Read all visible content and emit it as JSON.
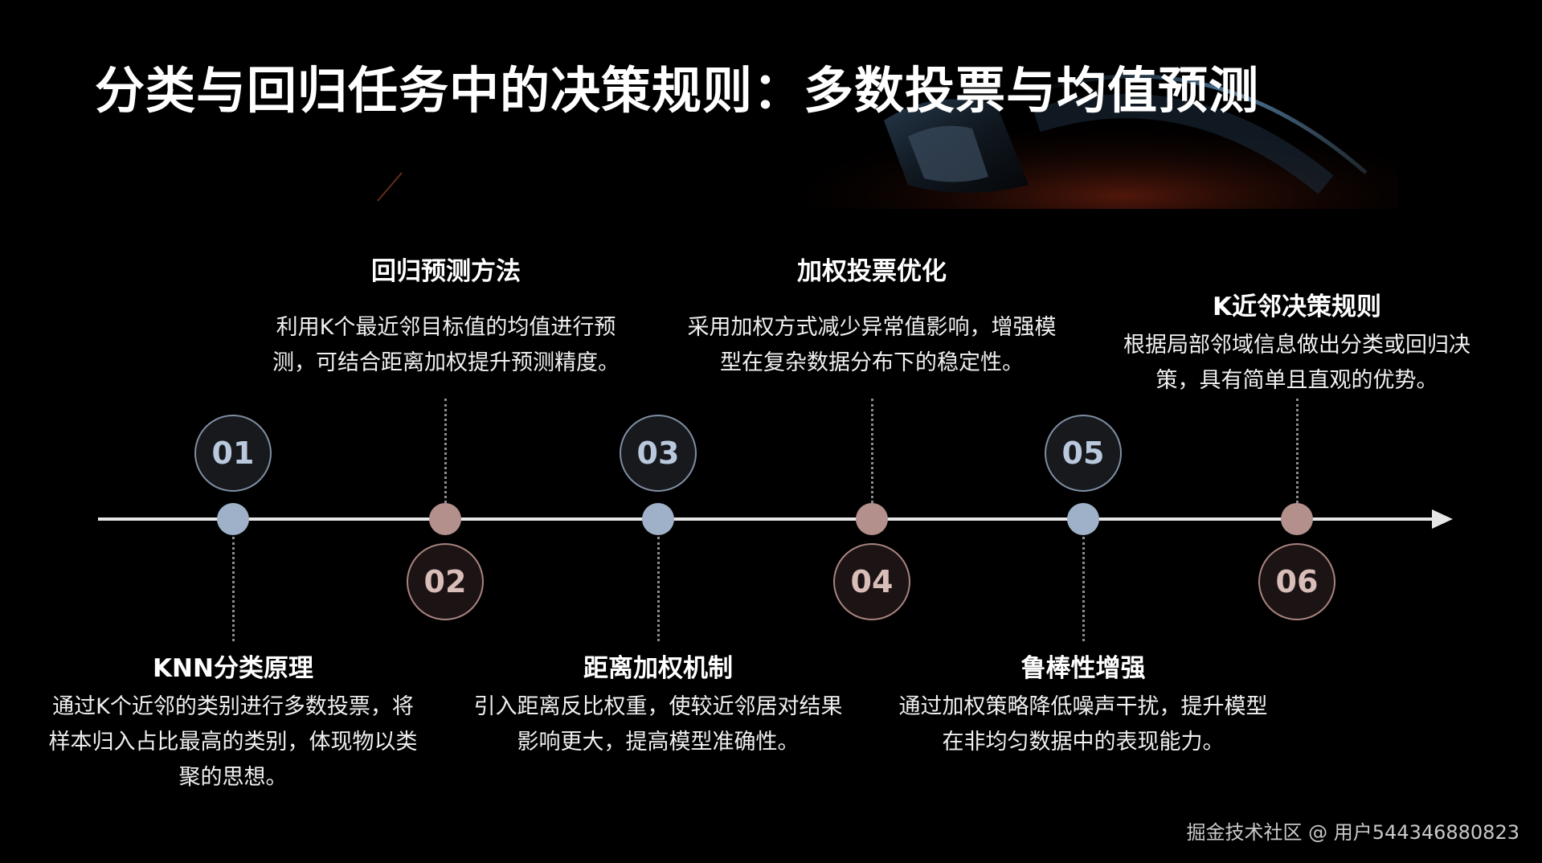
{
  "slide": {
    "title": "分类与回归任务中的决策规则：多数投票与均值预测"
  },
  "steps": [
    {
      "number": "01",
      "title": "KNN分类原理",
      "description": "通过K个近邻的类别进行多数投票，将样本归入占比最高的类别，体现物以类聚的思想。"
    },
    {
      "number": "02",
      "title": "回归预测方法",
      "description": "利用K个最近邻目标值的均值进行预测，可结合距离加权提升预测精度。"
    },
    {
      "number": "03",
      "title": "距离加权机制",
      "description": "引入距离反比权重，使较近邻居对结果影响更大，提高模型准确性。"
    },
    {
      "number": "04",
      "title": "加权投票优化",
      "description": "采用加权方式减少异常值影响，增强模型在复杂数据分布下的稳定性。"
    },
    {
      "number": "05",
      "title": "鲁棒性增强",
      "description": "通过加权策略降低噪声干扰，提升模型在非均匀数据中的表现能力。"
    },
    {
      "number": "06",
      "title": "K近邻决策规则",
      "description": "根据局部邻域信息做出分类或回归决策，具有简单且直观的优势。"
    }
  ],
  "watermark": "掘金技术社区 @ 用户544346880823",
  "colors": {
    "background": "#000000",
    "axis": "#e6e6e6",
    "blue_accent": "#9fb1c8",
    "rose_accent": "#b3908c"
  }
}
